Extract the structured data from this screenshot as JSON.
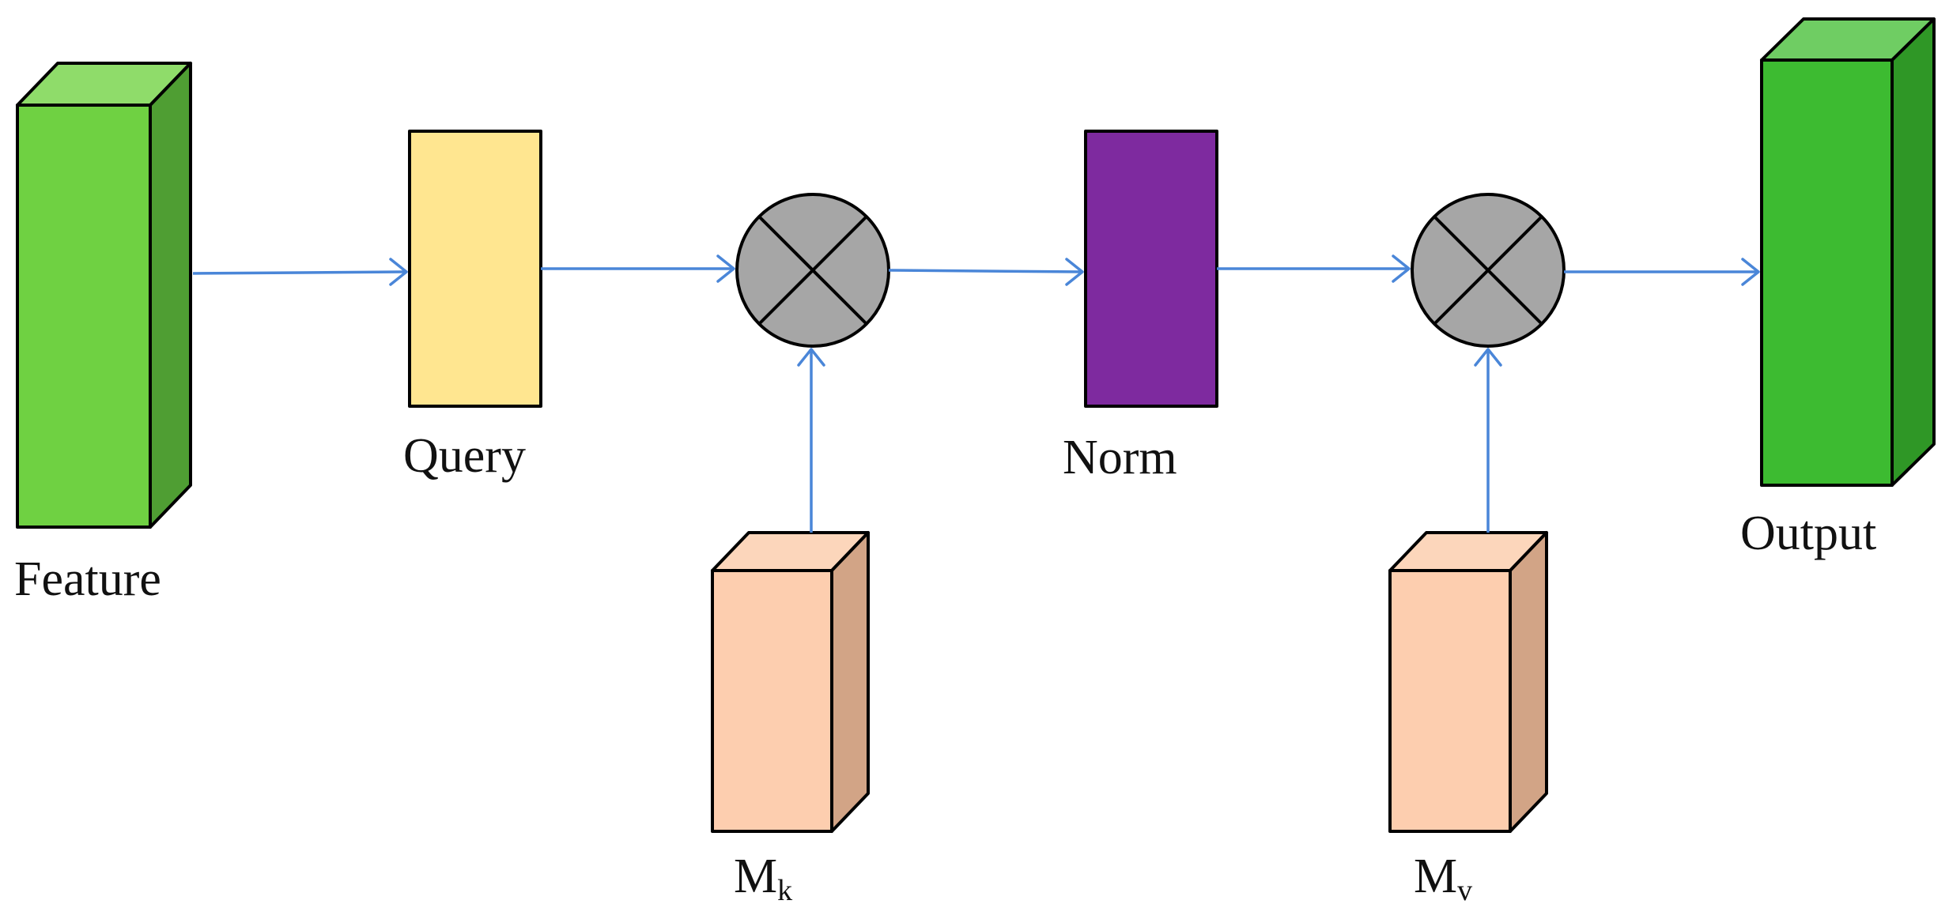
{
  "labels": {
    "feature": "Feature",
    "query": "Query",
    "norm": "Norm",
    "output": "Output",
    "mk_main": "M",
    "mk_sub": "k",
    "mv_main": "M",
    "mv_sub": "v"
  },
  "colors": {
    "feature_front": "#6fd142",
    "feature_top": "#8fdc6a",
    "feature_side": "#4f9e33",
    "query_fill": "#ffe690",
    "norm_fill": "#7e2a9f",
    "multiply_fill": "#a6a6a6",
    "memory_front": "#fdceaf",
    "memory_top": "#fcd6bb",
    "memory_side": "#d2a486",
    "output_front": "#3dbb31",
    "output_top": "#6fcd63",
    "output_side": "#2f9726",
    "arrow": "#4a86d8"
  },
  "icons": {
    "multiply_operator": "circled-multiply-icon"
  }
}
